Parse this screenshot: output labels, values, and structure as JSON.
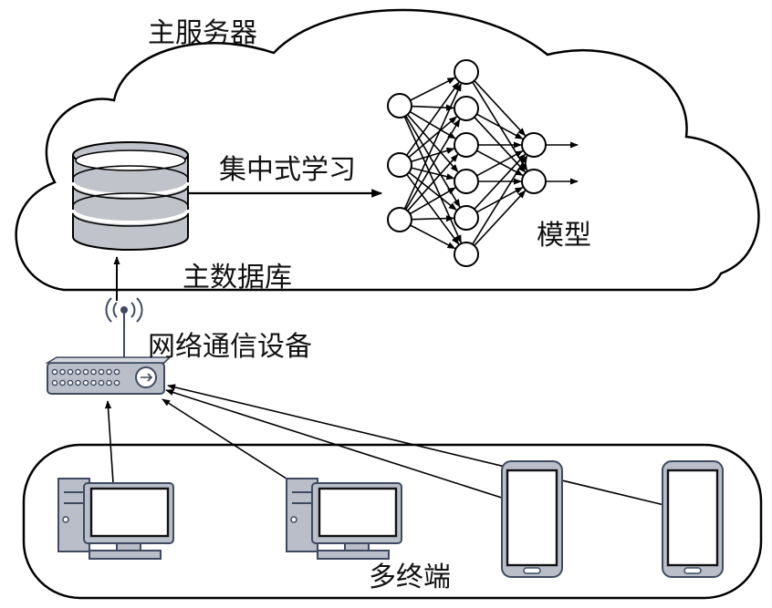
{
  "labels": {
    "main_server": "主服务器",
    "centralized_learning": "集中式学习",
    "model": "模型",
    "main_database": "主数据库",
    "network_device": "网络通信设备",
    "multi_terminal": "多终端"
  },
  "colors": {
    "device_fill": "#b9bec9",
    "device_stroke": "#3f4a60",
    "line": "#000000"
  },
  "network": {
    "layers": [
      3,
      6,
      2
    ]
  },
  "terminals": [
    "desktop-computer",
    "desktop-computer",
    "smartphone",
    "smartphone"
  ]
}
